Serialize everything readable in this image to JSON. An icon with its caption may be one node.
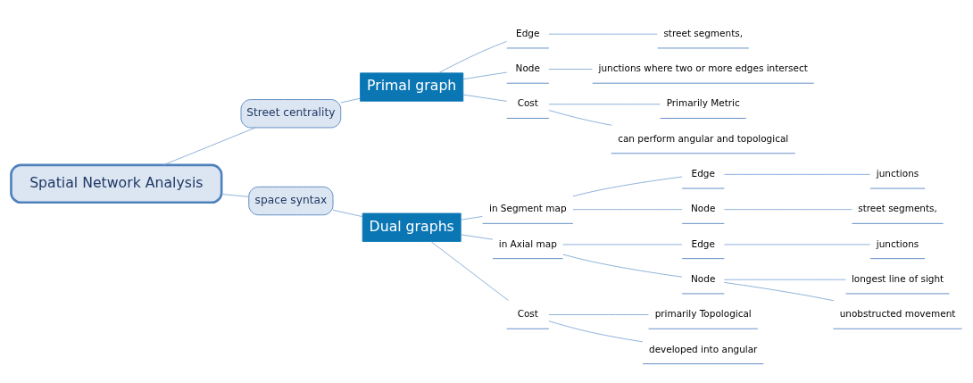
{
  "diagram": {
    "nodes": [
      {
        "text": [
          "Spatial Network Analysis"
        ]
      },
      {
        "text": [
          "Street centrality"
        ]
      },
      {
        "text": [
          "Primal graph"
        ]
      },
      {
        "text": [
          "Edge"
        ]
      },
      {
        "text": [
          "street segments,"
        ]
      },
      {
        "text": [
          "Node"
        ]
      },
      {
        "text": [
          "junctions where two or more edges intersect"
        ]
      },
      {
        "text": [
          "Cost"
        ]
      },
      {
        "text": [
          "Primarily Metric"
        ]
      },
      {
        "text": [
          "can perform angular and topological"
        ]
      },
      {
        "text": [
          "space syntax"
        ]
      },
      {
        "text": [
          "Dual graphs"
        ]
      },
      {
        "text": [
          "in Segment map"
        ]
      },
      {
        "text": [
          "Edge"
        ]
      },
      {
        "text": [
          "junctions"
        ]
      },
      {
        "text": [
          "Node"
        ]
      },
      {
        "text": [
          "street segments,"
        ]
      },
      {
        "text": [
          "in Axial map"
        ]
      },
      {
        "text": [
          "Edge"
        ]
      },
      {
        "text": [
          "junctions"
        ]
      },
      {
        "text": [
          "Node"
        ]
      },
      {
        "text": [
          "longest line of sight"
        ]
      },
      {
        "text": [
          "unobstructed movement"
        ]
      },
      {
        "text": [
          "Cost"
        ]
      },
      {
        "text": [
          "primarily Topological"
        ]
      },
      {
        "text": [
          "developed into angular"
        ]
      }
    ],
    "edges": [
      {
        "from": 0,
        "to": 1,
        "arrow": "none"
      },
      {
        "from": 1,
        "to": 2,
        "arrow": "none"
      },
      {
        "from": 2,
        "to": 3,
        "arrow": "none"
      },
      {
        "from": 3,
        "to": 4,
        "arrow": "none"
      },
      {
        "from": 2,
        "to": 5,
        "arrow": "none"
      },
      {
        "from": 5,
        "to": 6,
        "arrow": "none"
      },
      {
        "from": 2,
        "to": 7,
        "arrow": "none"
      },
      {
        "from": 7,
        "to": 8,
        "arrow": "none"
      },
      {
        "from": 7,
        "to": 9,
        "arrow": "none"
      },
      {
        "from": 0,
        "to": 10,
        "arrow": "none"
      },
      {
        "from": 10,
        "to": 11,
        "arrow": "none"
      },
      {
        "from": 11,
        "to": 12,
        "arrow": "none"
      },
      {
        "from": 12,
        "to": 13,
        "arrow": "none"
      },
      {
        "from": 13,
        "to": 14,
        "arrow": "none"
      },
      {
        "from": 12,
        "to": 15,
        "arrow": "none"
      },
      {
        "from": 15,
        "to": 16,
        "arrow": "none"
      },
      {
        "from": 11,
        "to": 17,
        "arrow": "none"
      },
      {
        "from": 17,
        "to": 18,
        "arrow": "none"
      },
      {
        "from": 18,
        "to": 19,
        "arrow": "none"
      },
      {
        "from": 17,
        "to": 20,
        "arrow": "none"
      },
      {
        "from": 20,
        "to": 21,
        "arrow": "none"
      },
      {
        "from": 20,
        "to": 22,
        "arrow": "none"
      },
      {
        "from": 11,
        "to": 23,
        "arrow": "none"
      },
      {
        "from": 23,
        "to": 24,
        "arrow": "none"
      },
      {
        "from": 23,
        "to": 25,
        "arrow": "none"
      }
    ]
  }
}
